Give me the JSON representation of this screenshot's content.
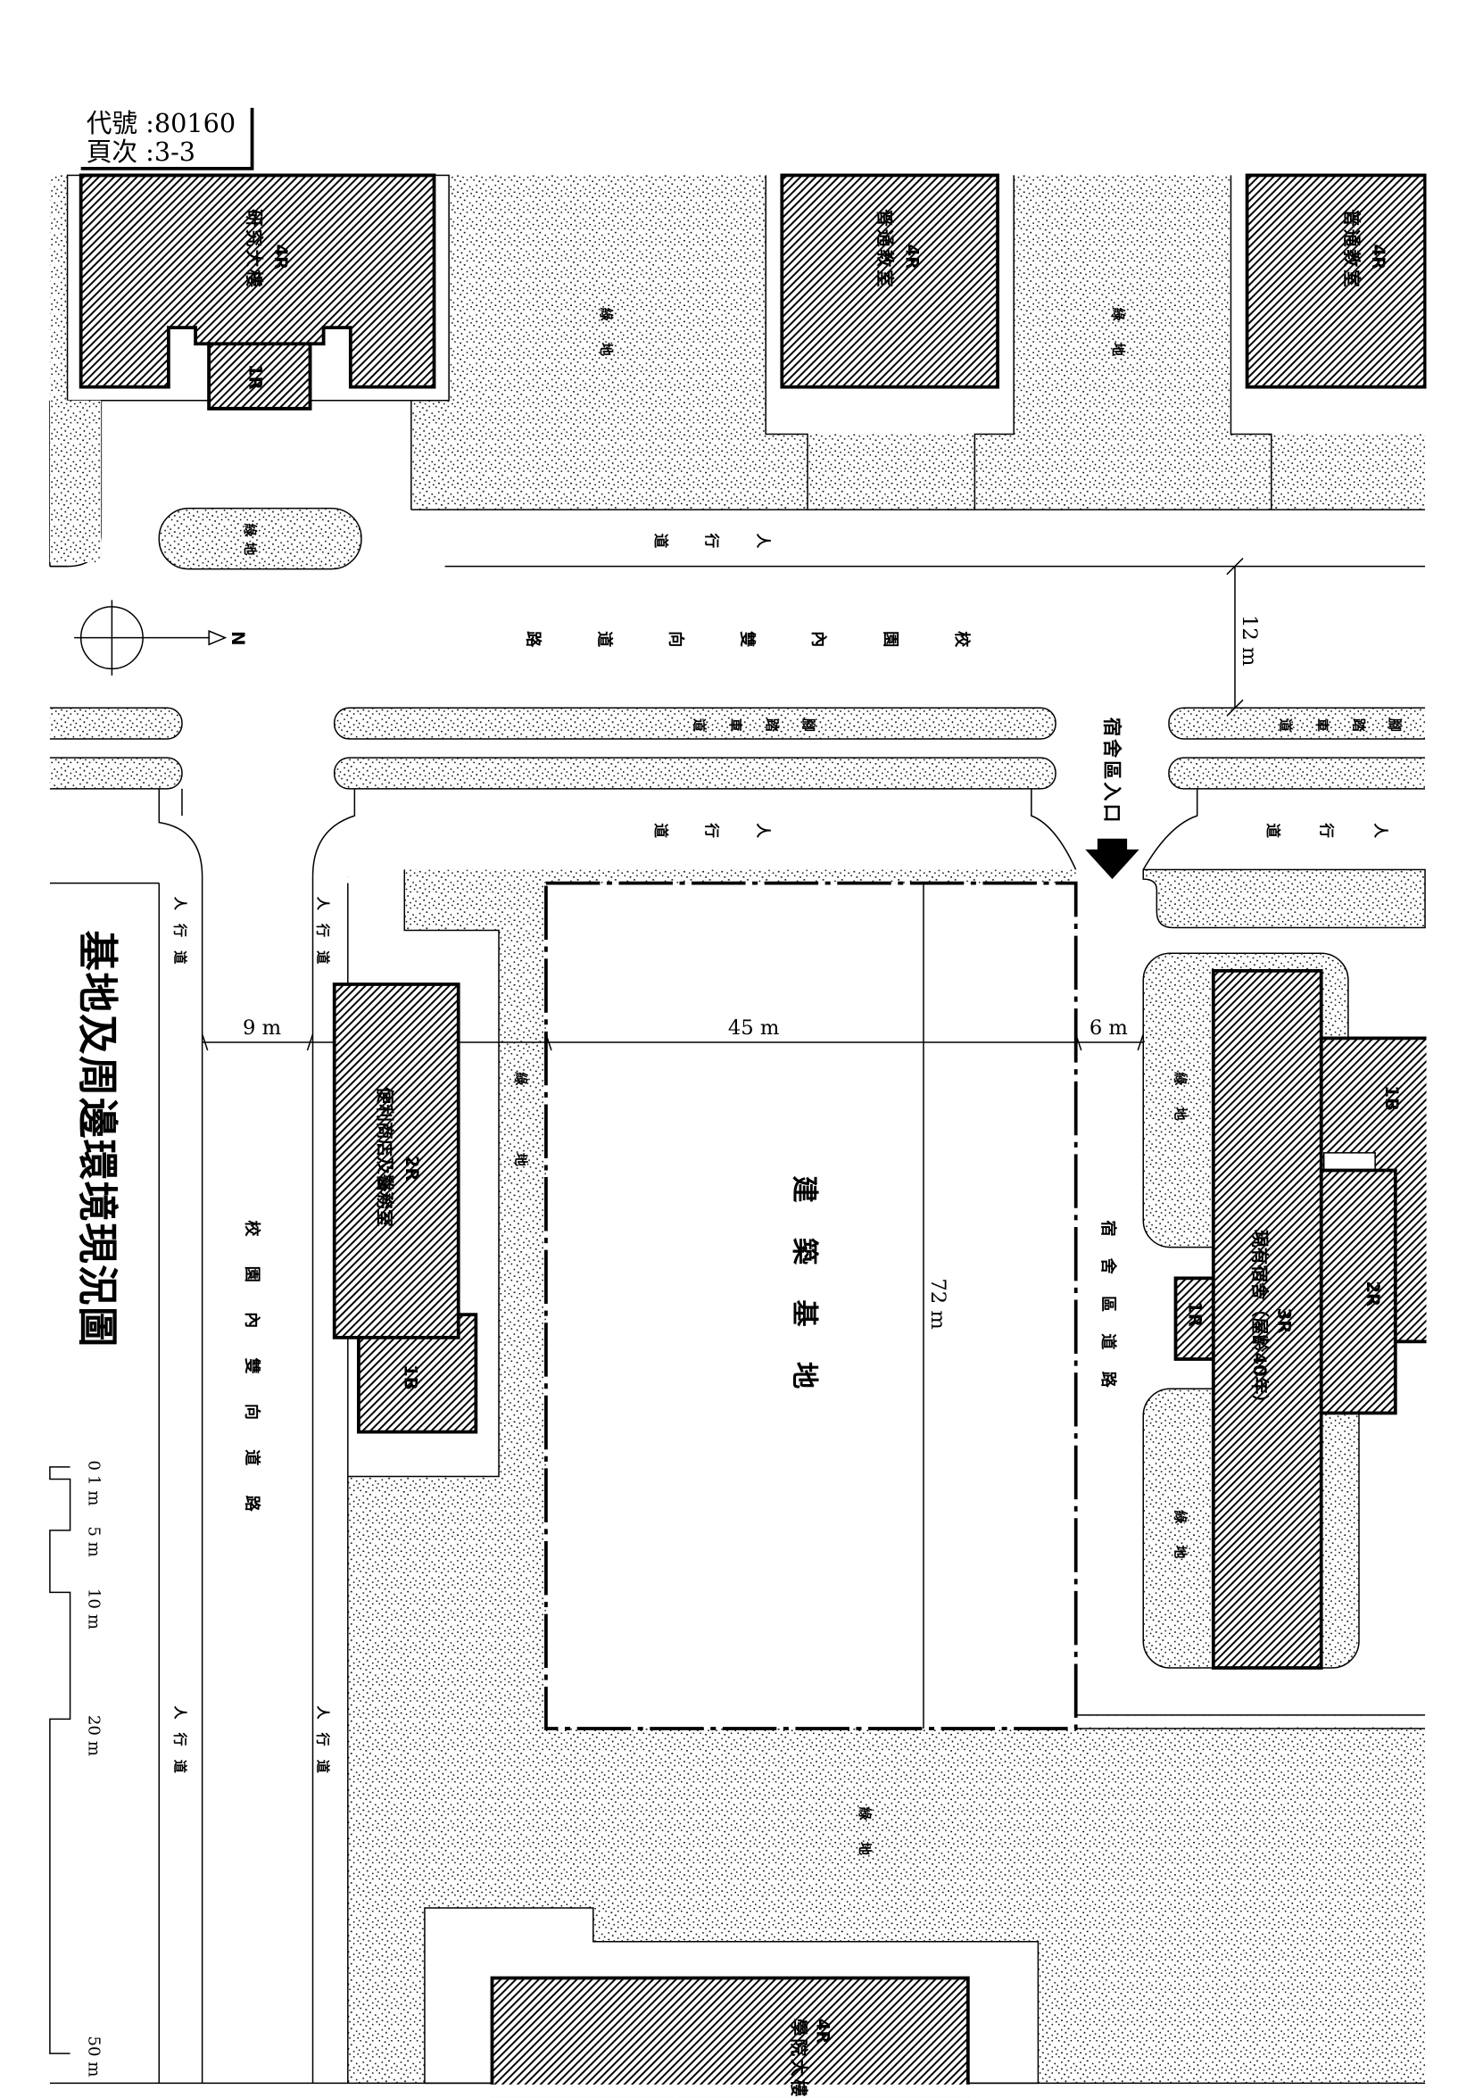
{
  "header": {
    "code": "代號 :80160",
    "page": "頁次 :3-3"
  },
  "title": "基地及周邊環境現況圖",
  "buildings": {
    "research": {
      "floors": "4R",
      "name": "研究大樓"
    },
    "research_annex": {
      "floors": "1R"
    },
    "classroom_1": {
      "floors": "4R",
      "name": "普通教室"
    },
    "classroom_2": {
      "floors": "4R",
      "name": "普通教室"
    },
    "store": {
      "floors": "2R",
      "name": "便利商店及醫務室"
    },
    "store_basement": {
      "floors": "1B"
    },
    "dorm": {
      "floors": "3R",
      "name": "現有宿舍（屋齡40年）"
    },
    "dorm_basement": {
      "floors": "1B"
    },
    "dorm_wing": {
      "floors": "2R"
    },
    "dorm_annex": {
      "floors": "1R"
    },
    "college": {
      "floors": "4R",
      "name": "學院大樓"
    }
  },
  "labels": {
    "green": "綠地",
    "sidewalk": "人行道",
    "campus_road": "校園內雙向道路",
    "bike_lane": "腳踏車道",
    "dorm_road": "宿舍區道路",
    "site": "建築基地",
    "dorm_entrance": "宿舍區入口",
    "north": "N"
  },
  "dimensions": {
    "road_width": "12 m",
    "west_road": "9 m",
    "site_width": "45 m",
    "dorm_road": "6 m",
    "site_length": "72 m"
  },
  "scale_bar": [
    "0",
    "1 m",
    "5 m",
    "10 m",
    "20 m",
    "50 m"
  ]
}
